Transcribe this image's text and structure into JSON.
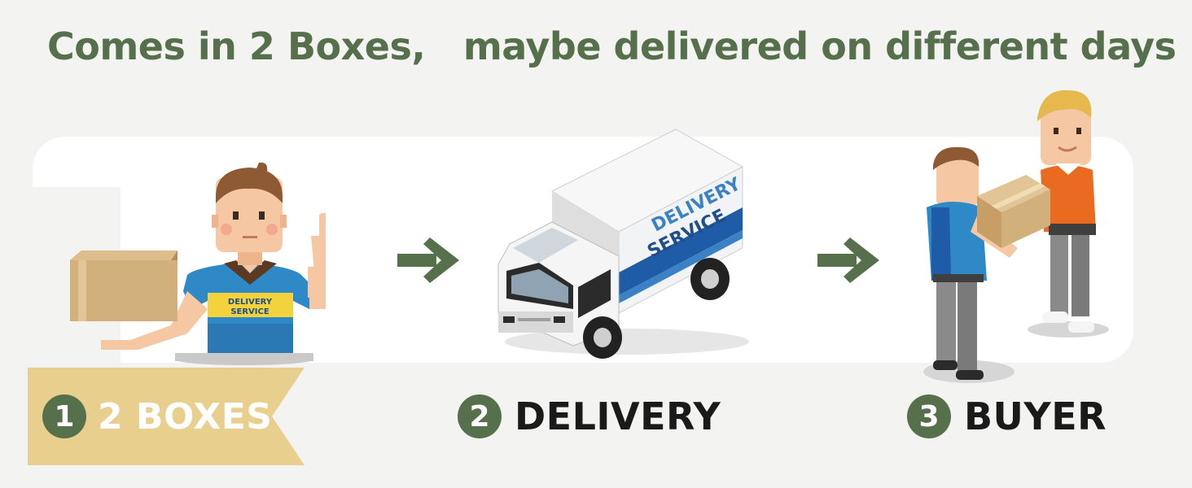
{
  "headline": "Comes in 2 Boxes,   maybe delivered on different days",
  "colors": {
    "brand_green": "#55704b",
    "ribbon_gold": "#e8cf8e",
    "background": "#f3f3f2",
    "uniform_blue": "#2f89c6",
    "box_tan": "#d2b07c"
  },
  "steps": [
    {
      "number": "1",
      "label": "2 BOXES",
      "icon": "courier-holding-box-illustration"
    },
    {
      "number": "2",
      "label": "DELIVERY",
      "icon": "delivery-truck-illustration"
    },
    {
      "number": "3",
      "label": "BUYER",
      "icon": "package-handover-illustration"
    }
  ],
  "badge_text": {
    "line1": "DELIVERY",
    "line2": "SERVICE"
  },
  "truck_text": {
    "line1": "DELIVERY",
    "line2": "SERVICE"
  }
}
